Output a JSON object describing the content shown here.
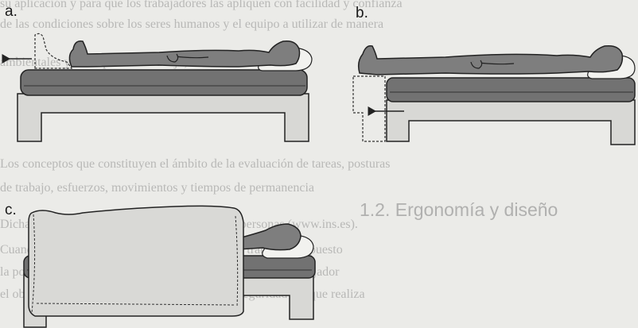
{
  "panels": [
    {
      "label": "a."
    },
    {
      "label": "b."
    },
    {
      "label": "c."
    }
  ],
  "background_text": {
    "heading": "1.2. Ergonomía y diseño",
    "lines": [
      "su aplicación y para que los trabajadores las apliquen con facilidad y confianza",
      "de las condiciones sobre los seres humanos y el equipo a utilizar de manera",
      "ambientales y del espacio de trabajo, ante situaciones que la",
      "Los conceptos que constituyen el ámbito de la evaluación de tareas, posturas",
      "de trabajo, esfuerzos, movimientos y tiempos de permanencia",
      "Dichas mediciones de las características de las personas (www.ins.es).",
      "Cuando hablamos de una ergonomía aplicada al trabajo y su puesto",
      "la posibilidad de adaptar el trabajo a las condiciones del trabajador",
      "el objetivo de la ergonomía relacionada con la seguridad del que realiza"
    ]
  },
  "colors": {
    "figure_fill": "#7e7e7e",
    "figure_outline": "#222222",
    "mattress": "#727272",
    "bed_frame": "#d8d8d5",
    "sheet": "#d9d9d6",
    "pillow": "#f2f2ef"
  }
}
